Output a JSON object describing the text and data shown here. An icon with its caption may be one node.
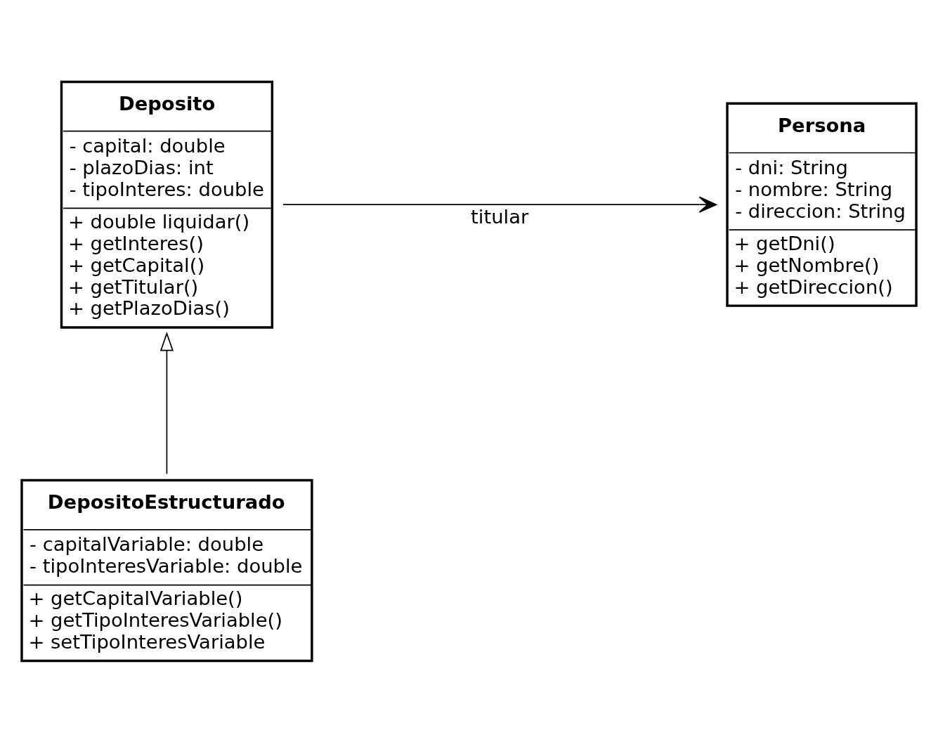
{
  "diagram": {
    "nodes": [
      {
        "text": [
          "Deposito",
          "- capital: double",
          "- plazoDias: int",
          "- tipoInteres: double",
          "+ double liquidar()",
          "+ getInteres()",
          "+ getCapital()",
          "+ getTitular()",
          "+ getPlazoDias()"
        ]
      },
      {
        "text": [
          "Persona",
          "- dni: String",
          "- nombre: String",
          "- direccion: String",
          "+ getDni()",
          "+ getNombre()",
          "+ getDireccion()"
        ]
      },
      {
        "text": [
          "DepositoEstructurado",
          "- capitalVariable: double",
          "- tipoInteresVariable: double",
          "+ getCapitalVariable()",
          "+ getTipoInteresVariable()",
          "+ setTipoInteresVariable"
        ]
      }
    ],
    "edges": [
      {
        "from": 0,
        "to": 1,
        "arrow": "to",
        "label": "titular"
      },
      {
        "from": 2,
        "to": 0,
        "arrow": "to"
      }
    ]
  }
}
